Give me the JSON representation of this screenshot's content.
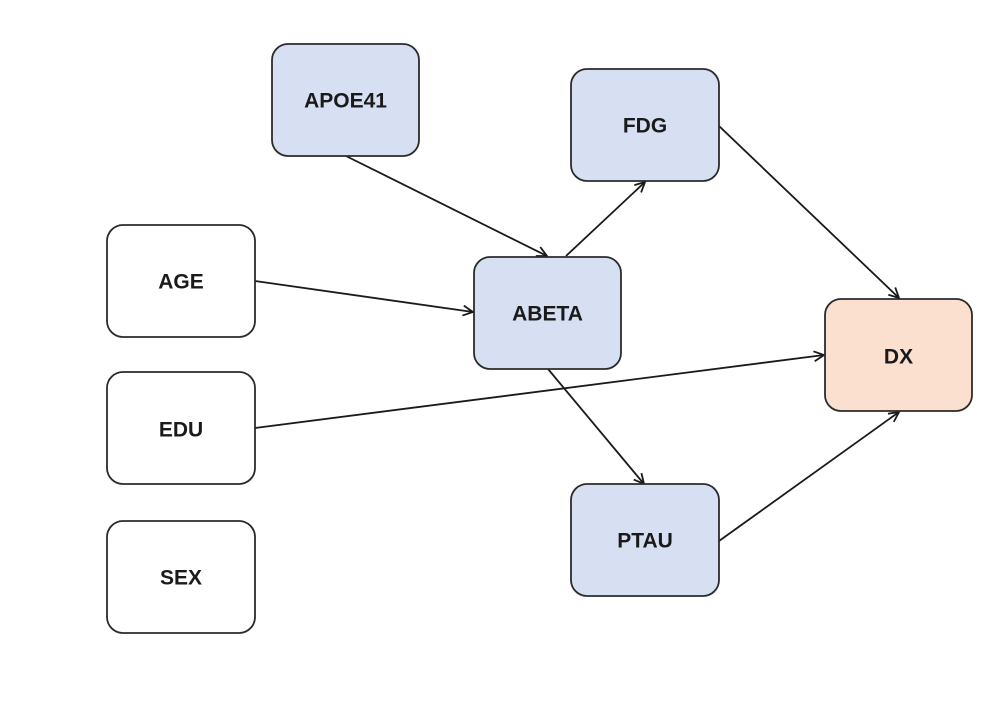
{
  "colors": {
    "mediator_fill": "#d6e0f2",
    "outcome_fill": "#fbe0d0",
    "covariate_fill": "#ffffff",
    "border": "#2b2b2b",
    "edge": "#1a1a1a"
  },
  "nodes": [
    {
      "id": "apoe41",
      "label": "APOE41",
      "kind": "mediator"
    },
    {
      "id": "fdg",
      "label": "FDG",
      "kind": "mediator"
    },
    {
      "id": "age",
      "label": "AGE",
      "kind": "covariate"
    },
    {
      "id": "abeta",
      "label": "ABETA",
      "kind": "mediator"
    },
    {
      "id": "dx",
      "label": "DX",
      "kind": "outcome"
    },
    {
      "id": "edu",
      "label": "EDU",
      "kind": "covariate"
    },
    {
      "id": "ptau",
      "label": "PTAU",
      "kind": "mediator"
    },
    {
      "id": "sex",
      "label": "SEX",
      "kind": "covariate"
    }
  ],
  "edges": [
    {
      "from": "apoe41",
      "to": "abeta"
    },
    {
      "from": "age",
      "to": "abeta"
    },
    {
      "from": "abeta",
      "to": "fdg"
    },
    {
      "from": "abeta",
      "to": "ptau"
    },
    {
      "from": "fdg",
      "to": "dx"
    },
    {
      "from": "edu",
      "to": "dx"
    },
    {
      "from": "ptau",
      "to": "dx"
    }
  ]
}
